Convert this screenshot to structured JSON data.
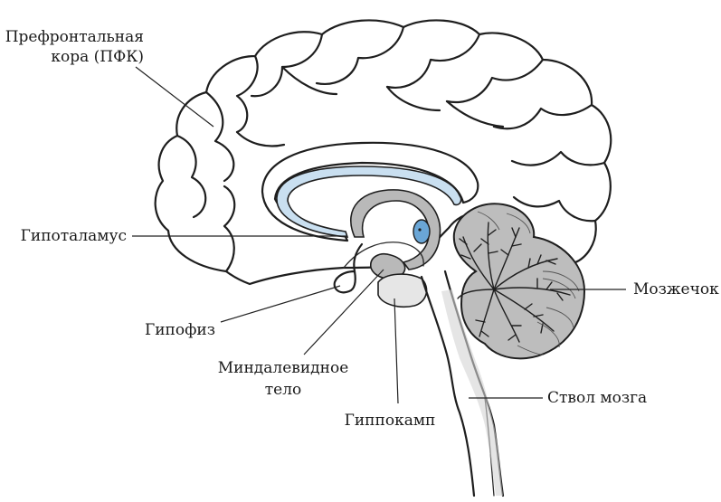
{
  "diagram": {
    "colors": {
      "ink": "#1e1e1e",
      "ventricle": "#c9dff0",
      "ventricle_dark": "#6aa6d6",
      "grey_fill": "#b9b9b9",
      "light_fill": "#e6e6e6",
      "background": "#ffffff"
    },
    "labels": {
      "pfc_line1": "Префронтальная",
      "pfc_line2": "кора (ПФК)",
      "hypothalamus": "Гипоталамус",
      "pituitary": "Гипофиз",
      "amygdala_line1": "Миндалевидное",
      "amygdala_line2": "тело",
      "hippocampus": "Гиппокамп",
      "cerebellum": "Мозжечок",
      "brainstem": "Ствол мозга"
    }
  }
}
